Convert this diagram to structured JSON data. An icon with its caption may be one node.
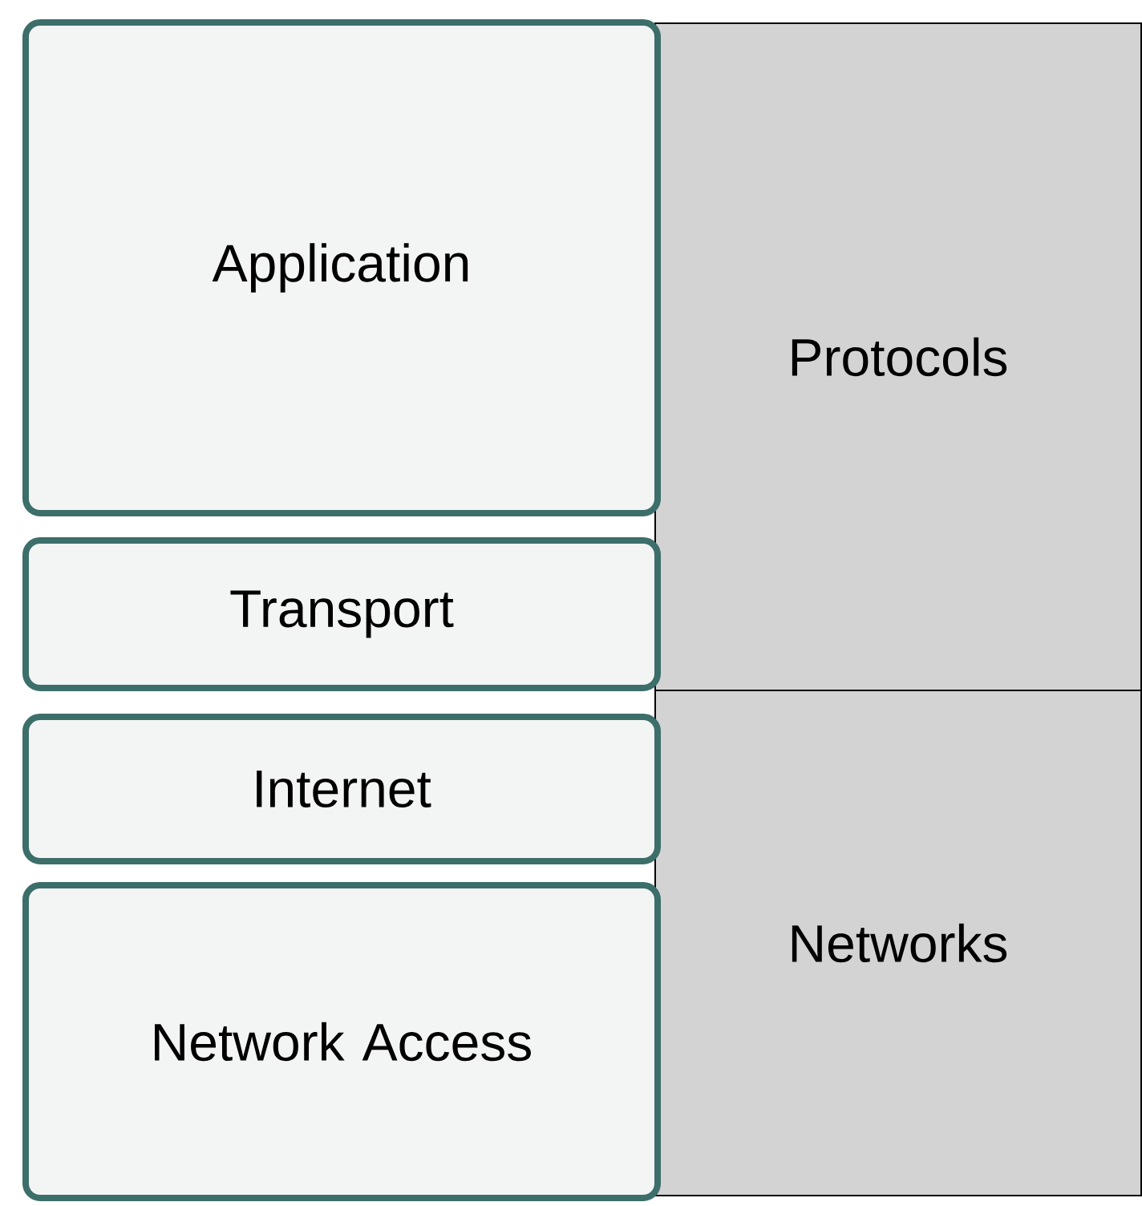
{
  "diagram": {
    "nodes": [
      {
        "text": [
          "Application"
        ]
      },
      {
        "text": [
          "Protocols"
        ]
      },
      {
        "text": [
          "Transport"
        ]
      },
      {
        "text": [
          "Internet"
        ]
      },
      {
        "text": [
          "Networks"
        ]
      },
      {
        "text": [
          "Network Access"
        ]
      }
    ]
  }
}
